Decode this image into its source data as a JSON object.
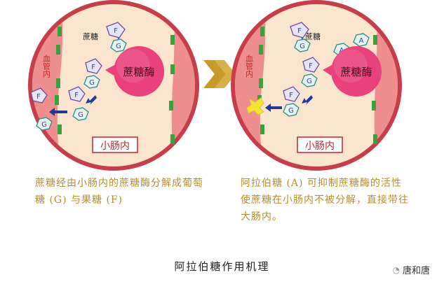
{
  "colors": {
    "ring": "#c73e4a",
    "lumen": "#fbe5cf",
    "vessel": "#ef8e8e",
    "enzyme": "#e8417b",
    "villi": "#3aa23d",
    "arrow_gold": "#c69b2a",
    "blocker": "#f3e436",
    "label_red": "#c1272d",
    "caption": "#b8902a"
  },
  "left_panel": {
    "vessel_label": "血管内",
    "sucrose_label": "蔗糖",
    "enzyme_label": "蔗糖酶",
    "intestine_label": "小肠内",
    "f_letter": "F",
    "g_letter": "G"
  },
  "right_panel": {
    "vessel_label": "血管内",
    "sucrose_label": "蔗糖",
    "enzyme_label": "蔗糖酶",
    "intestine_label": "小肠内",
    "f_letter": "F",
    "g_letter": "G",
    "a_letter": "A"
  },
  "captions": {
    "left": "蔗糖经由小肠内的蔗糖酶分解成葡萄糖 (G) 与果糖 (F)",
    "right": "阿拉伯糖 (A) 可抑制蔗糖酶的活性使蔗糖在小肠内不被分解，直接带往大肠内。"
  },
  "title": "阿拉伯糖作用机理",
  "watermark": {
    "icon": "wechat-icon",
    "text": "唐和唐"
  }
}
